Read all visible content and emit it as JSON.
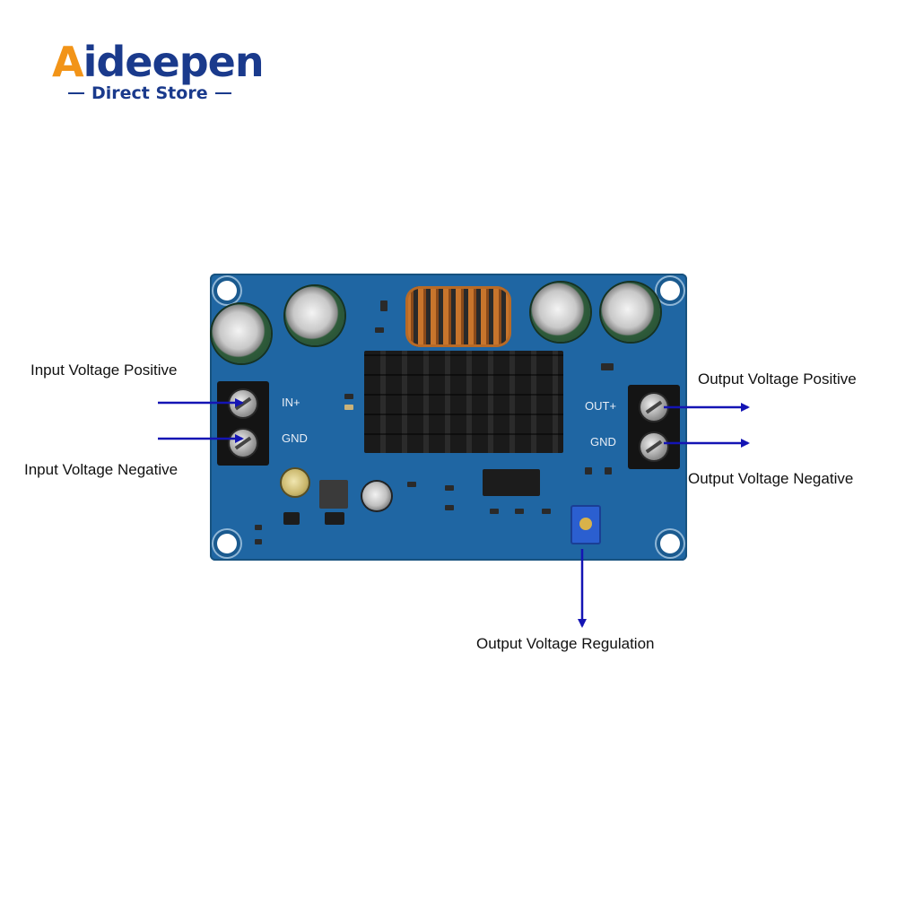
{
  "brand": {
    "name_a": "A",
    "name_rest": "ideepen",
    "tagline": "Direct Store",
    "primary_color": "#1a3a8c",
    "accent_color": "#f29418"
  },
  "board": {
    "in_plus": "IN+",
    "in_gnd": "GND",
    "out_plus": "OUT+",
    "out_gnd": "GND"
  },
  "callouts": {
    "input_positive": "Input Voltage Positive",
    "input_negative": "Input Voltage Negative",
    "output_positive": "Output Voltage Positive",
    "output_negative": "Output Voltage Negative",
    "regulation": "Output Voltage Regulation"
  },
  "arrow_color": "#1414b4"
}
